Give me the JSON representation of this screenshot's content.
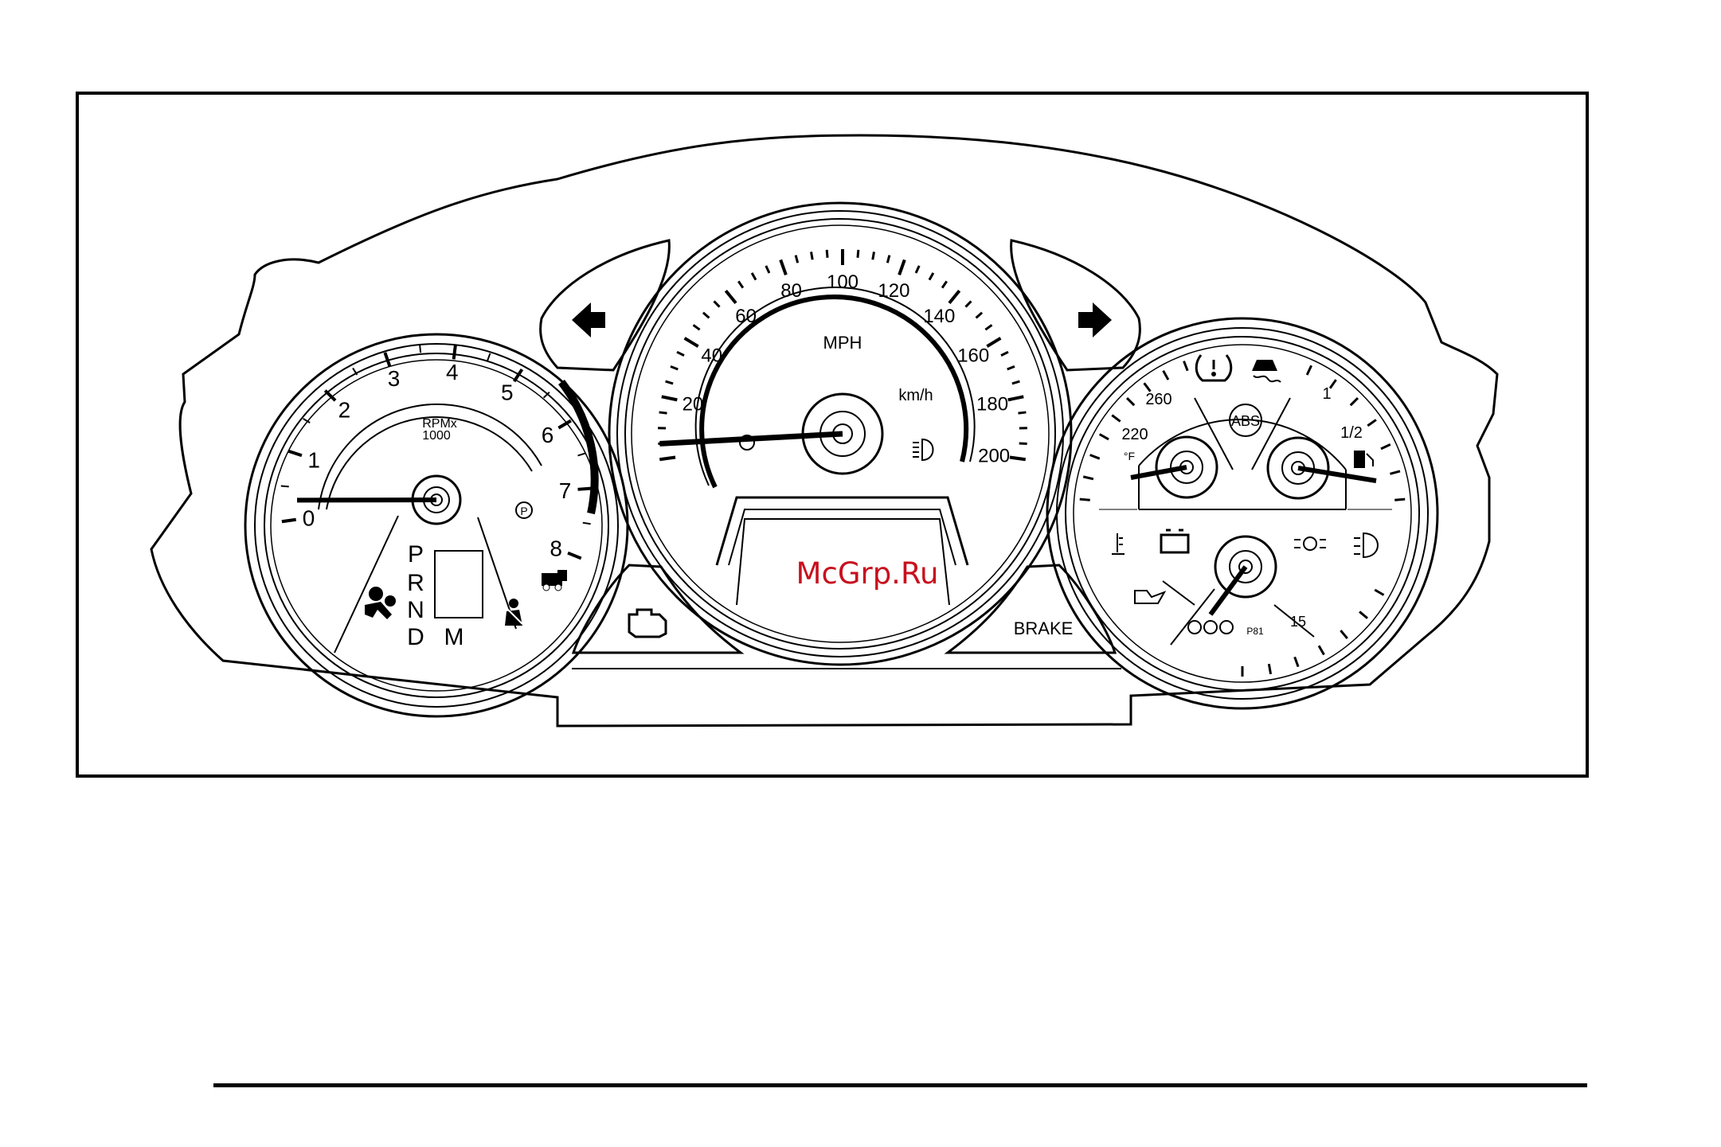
{
  "tachometer": {
    "ticks": [
      "0",
      "1",
      "2",
      "3",
      "4",
      "5",
      "6",
      "7",
      "8"
    ],
    "unit_line1": "RPMx",
    "unit_line2": "1000",
    "needle_value": 0.3,
    "shift_positions": [
      "P",
      "R",
      "N",
      "D"
    ],
    "manual_mode": "M",
    "park_indicator": "P",
    "icons": [
      "airbag-icon",
      "seatbelt-icon",
      "security-lock-icon",
      "park-brake-icon"
    ]
  },
  "speedometer": {
    "mph_ticks": [
      "20",
      "40",
      "60",
      "80",
      "100",
      "120",
      "140",
      "160",
      "180",
      "200"
    ],
    "mph_unit": "MPH",
    "kmh_unit": "km/h",
    "needle_value": 5,
    "icons": [
      "headlamp-high-beam-icon",
      "cruise-icon",
      "check-engine-icon"
    ]
  },
  "turn_signals": [
    "left-arrow-icon",
    "right-arrow-icon"
  ],
  "brake_label": "BRAKE",
  "right_cluster": {
    "temp_ticks": [
      "220",
      "260"
    ],
    "temp_unit": "°F",
    "fuel_ticks": [
      "1/2",
      "1"
    ],
    "oil_tick": "15",
    "part_code": "P81",
    "abs_label": "ABS",
    "icons": [
      "tire-pressure-icon",
      "traction-control-icon",
      "abs-icon",
      "coolant-icon",
      "battery-icon",
      "oil-can-icon",
      "parking-lamp-icon",
      "fog-lamp-icon",
      "fuel-pump-icon",
      "security-icon"
    ]
  },
  "watermark": "McGrp.Ru",
  "colors": {
    "ink": "#000000",
    "watermark": "#c8101e"
  }
}
